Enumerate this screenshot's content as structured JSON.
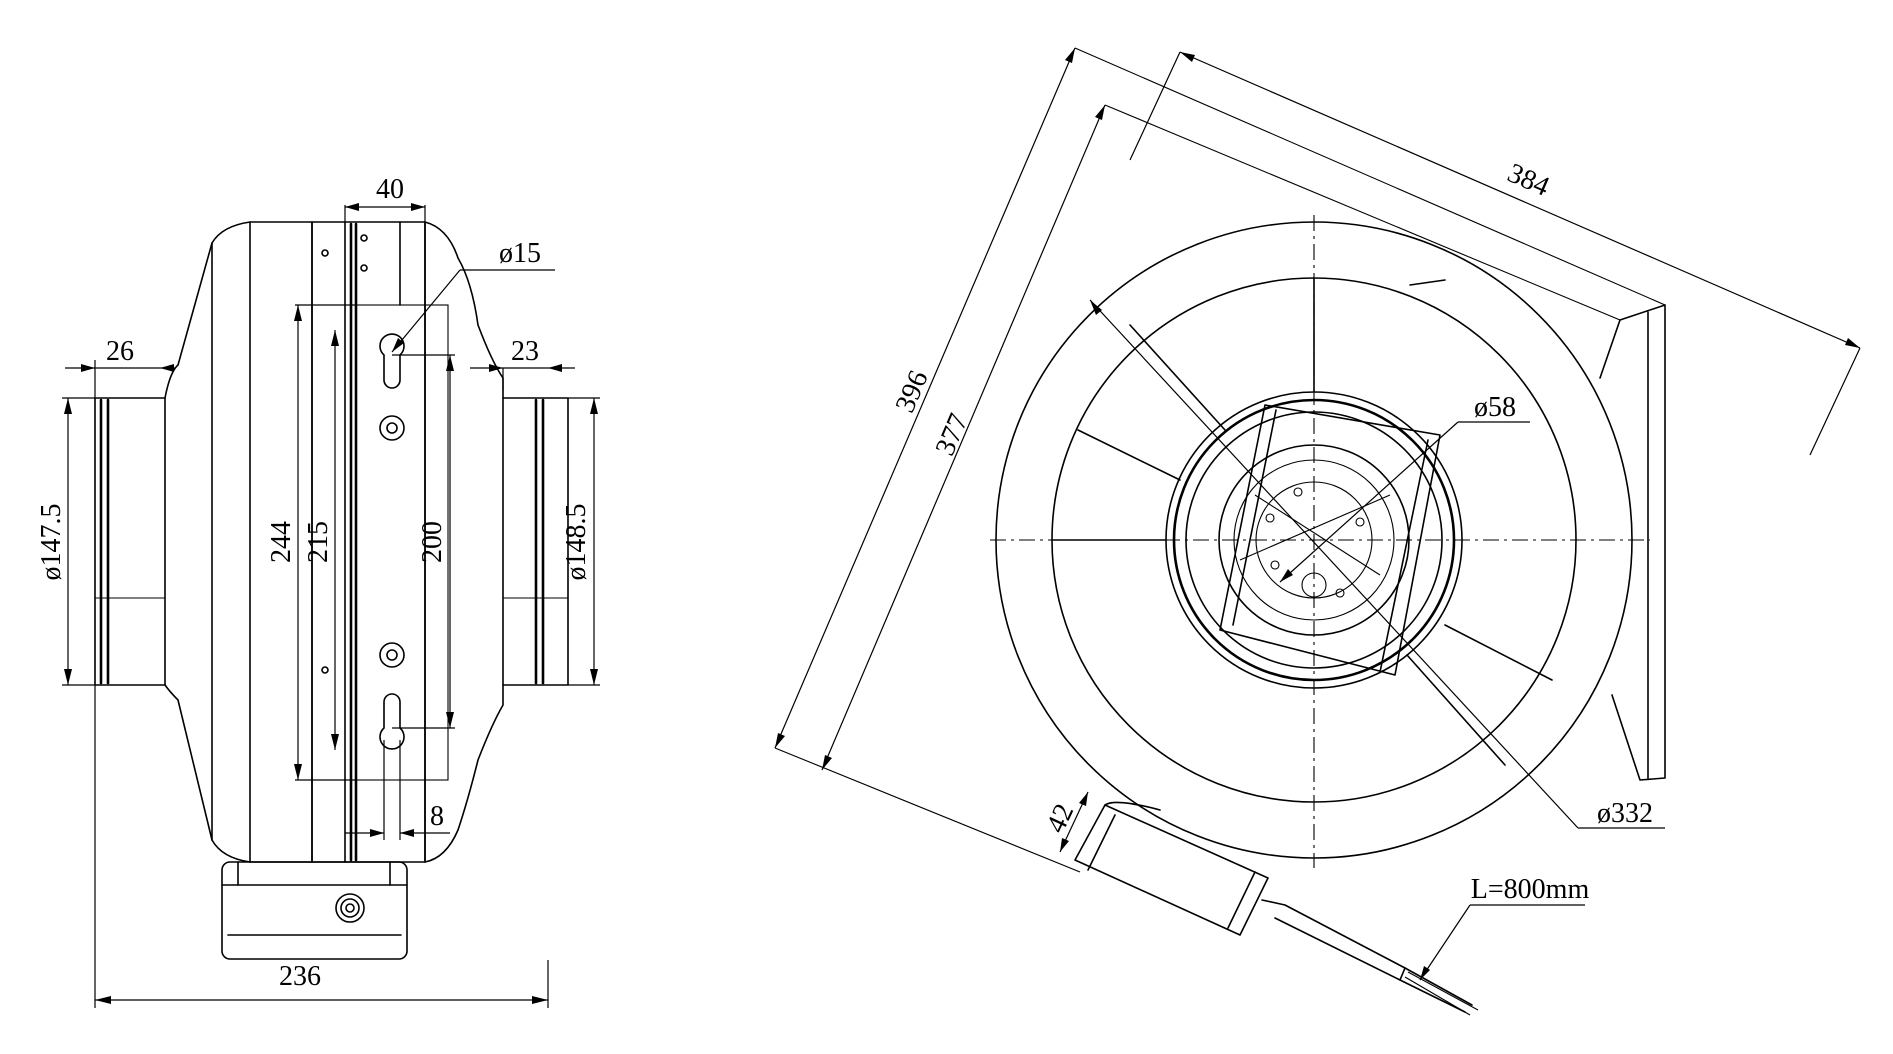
{
  "drawing": {
    "side_view": {
      "width_dim": "236",
      "inlet_length_dim": "26",
      "outlet_length_dim": "23",
      "inlet_diameter_dim": "ø147.5",
      "outlet_diameter_dim": "ø148.5",
      "bracket_width_dim": "40",
      "hole_diameter_dim": "ø15",
      "height_244": "244",
      "height_215": "215",
      "height_200": "200",
      "offset_dim": "8"
    },
    "front_view": {
      "dim_384": "384",
      "dim_396": "396",
      "dim_377": "377",
      "dim_58": "ø58",
      "dim_332": "ø332",
      "dim_42": "42",
      "cable_length": "L=800mm"
    }
  }
}
